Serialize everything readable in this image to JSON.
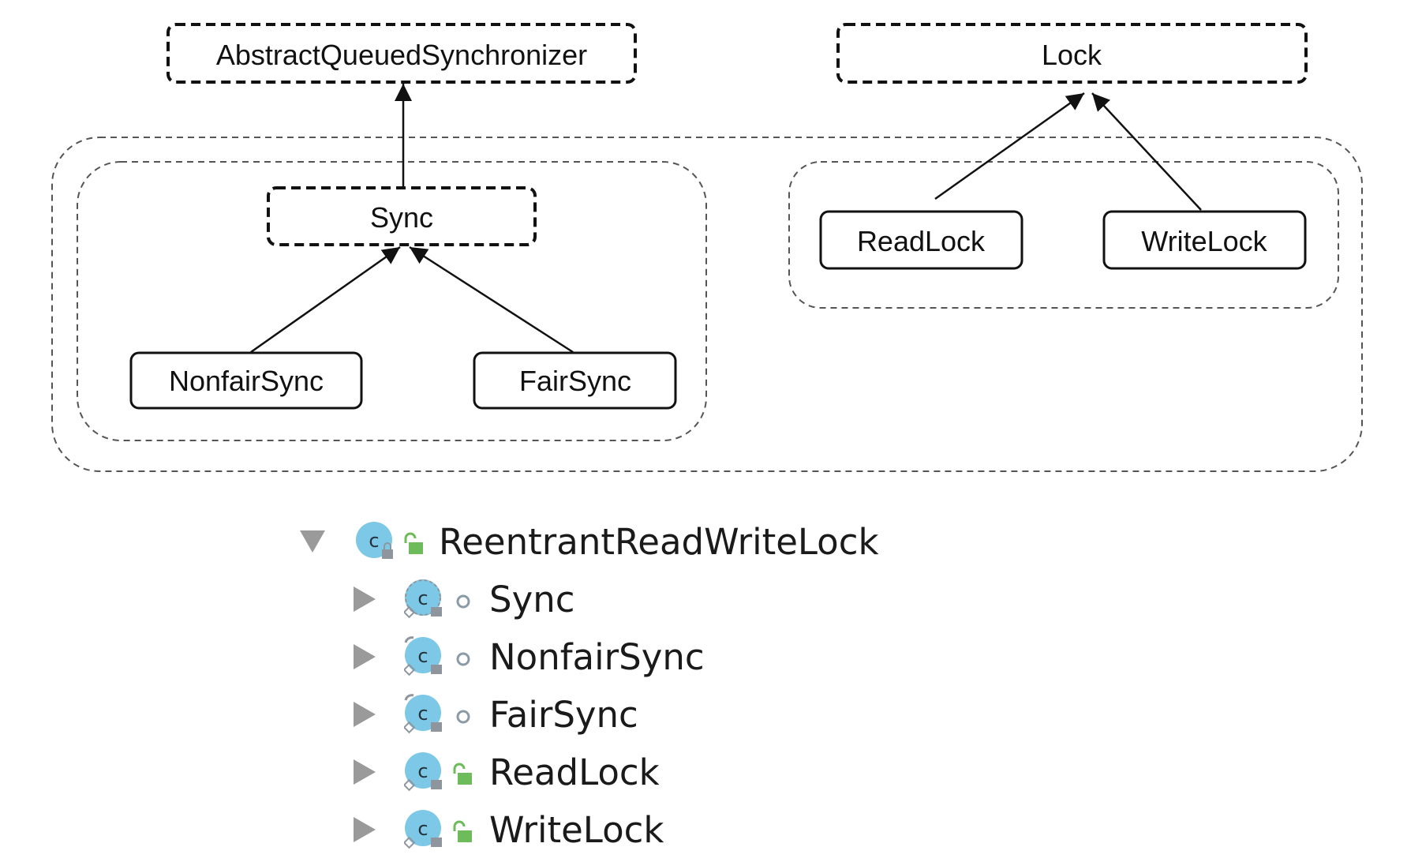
{
  "diagram": {
    "nodes": {
      "aqs": "AbstractQueuedSynchronizer",
      "lock": "Lock",
      "sync": "Sync",
      "nonfair_sync": "NonfairSync",
      "fair_sync": "FairSync",
      "read_lock": "ReadLock",
      "write_lock": "WriteLock"
    }
  },
  "tree": {
    "root": {
      "label": "ReentrantReadWriteLock",
      "icon": "class-locked-icon",
      "access": "public-icon",
      "state": "expanded"
    },
    "children": [
      {
        "label": "Sync",
        "icon": "abstract-class-locked-icon",
        "access": "package-private-icon",
        "state": "collapsed"
      },
      {
        "label": "NonfairSync",
        "icon": "static-class-locked-icon",
        "access": "package-private-icon",
        "state": "collapsed"
      },
      {
        "label": "FairSync",
        "icon": "static-class-locked-icon",
        "access": "package-private-icon",
        "state": "collapsed"
      },
      {
        "label": "ReadLock",
        "icon": "static-class-locked-icon",
        "access": "public-icon",
        "state": "collapsed"
      },
      {
        "label": "WriteLock",
        "icon": "static-class-locked-icon",
        "access": "public-icon",
        "state": "collapsed"
      }
    ]
  },
  "colors": {
    "class_icon": "#7cc8e6",
    "public_access": "#6dbb5a",
    "package_access": "#8a9aa6",
    "lock_badge": "#8e959c",
    "expander": "#9a9a9a"
  }
}
